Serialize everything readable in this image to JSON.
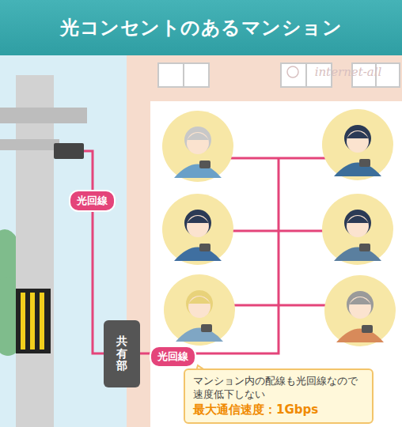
{
  "diagram": {
    "title": "光コンセントのあるマンション",
    "nodes": [
      {
        "text": [
          "共有部"
        ]
      },
      {
        "text": [
          "マンション内の配線も光回線なので 速度低下しない",
          "最大通信速度：1Gbps"
        ]
      }
    ],
    "labels": [
      "光回線",
      "光回線",
      "internet-all"
    ]
  }
}
